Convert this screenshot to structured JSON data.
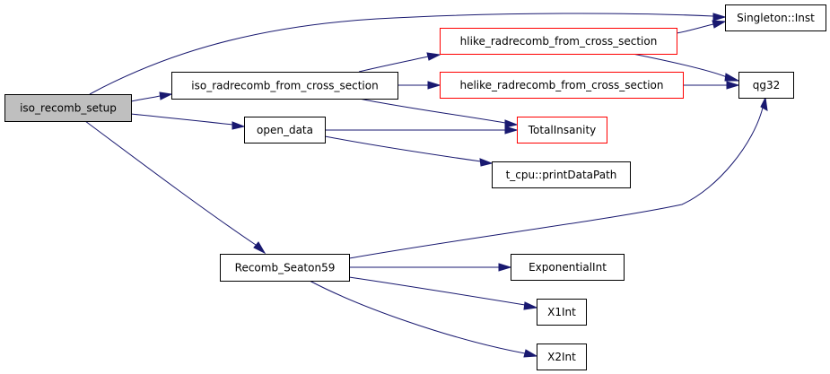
{
  "graph": {
    "colors": {
      "edge": "#191970",
      "root_fill": "#bfbfbf",
      "normal_border": "#000000",
      "truncated_border": "#ff0000",
      "node_fill": "#ffffff"
    },
    "nodes": [
      {
        "id": "iso_recomb_setup",
        "label": "iso_recomb_setup",
        "style": "root"
      },
      {
        "id": "singleton_inst",
        "label": "Singleton::Inst",
        "style": "normal"
      },
      {
        "id": "iso_radrecomb",
        "label": "iso_radrecomb_from_cross_section",
        "style": "normal"
      },
      {
        "id": "hlike_radrecomb",
        "label": "hlike_radrecomb_from_cross_section",
        "style": "truncated"
      },
      {
        "id": "helike_radrecomb",
        "label": "helike_radrecomb_from_cross_section",
        "style": "truncated"
      },
      {
        "id": "qg32",
        "label": "qg32",
        "style": "normal"
      },
      {
        "id": "open_data",
        "label": "open_data",
        "style": "normal"
      },
      {
        "id": "totalinsanity",
        "label": "TotalInsanity",
        "style": "truncated"
      },
      {
        "id": "printdatapath",
        "label": "t_cpu::printDataPath",
        "style": "normal"
      },
      {
        "id": "recomb_seaton59",
        "label": "Recomb_Seaton59",
        "style": "normal"
      },
      {
        "id": "exponentialint",
        "label": "ExponentialInt",
        "style": "normal"
      },
      {
        "id": "x1int",
        "label": "X1Int",
        "style": "normal"
      },
      {
        "id": "x2int",
        "label": "X2Int",
        "style": "normal"
      }
    ],
    "edges": [
      {
        "from": "iso_recomb_setup",
        "to": "singleton_inst"
      },
      {
        "from": "iso_recomb_setup",
        "to": "iso_radrecomb"
      },
      {
        "from": "iso_recomb_setup",
        "to": "open_data"
      },
      {
        "from": "iso_recomb_setup",
        "to": "recomb_seaton59"
      },
      {
        "from": "iso_radrecomb",
        "to": "hlike_radrecomb"
      },
      {
        "from": "iso_radrecomb",
        "to": "helike_radrecomb"
      },
      {
        "from": "iso_radrecomb",
        "to": "totalinsanity"
      },
      {
        "from": "hlike_radrecomb",
        "to": "singleton_inst"
      },
      {
        "from": "hlike_radrecomb",
        "to": "qg32"
      },
      {
        "from": "helike_radrecomb",
        "to": "qg32"
      },
      {
        "from": "open_data",
        "to": "totalinsanity"
      },
      {
        "from": "open_data",
        "to": "printdatapath"
      },
      {
        "from": "recomb_seaton59",
        "to": "qg32"
      },
      {
        "from": "recomb_seaton59",
        "to": "exponentialint"
      },
      {
        "from": "recomb_seaton59",
        "to": "x1int"
      },
      {
        "from": "recomb_seaton59",
        "to": "x2int"
      }
    ]
  }
}
